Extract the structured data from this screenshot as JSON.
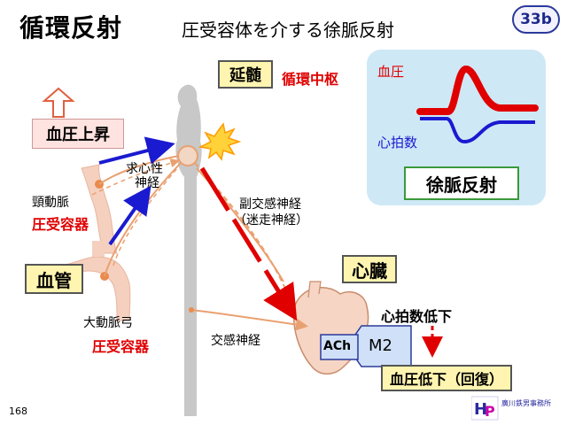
{
  "title": "循環反射",
  "subtitle": "圧受容体を介する徐脈反射",
  "slide_code": "33b",
  "labels": {
    "medulla": "延髄",
    "circulatory_center": "循環中枢",
    "bp_rise": "血圧上昇",
    "afferent_nerve_1": "求心性",
    "afferent_nerve_2": "神経",
    "carotid_sinus": "頸動脈",
    "carotid_receptor": "圧受容器",
    "parasympathetic_1": "副交感神経",
    "parasympathetic_2": "（迷走神経）",
    "vessel": "血管",
    "heart": "心臓",
    "aortic_arch": "大動脈弓",
    "aortic_receptor": "圧受容器",
    "sympathetic": "交感神経",
    "heart_rate_down": "心拍数低下",
    "ach": "ACh",
    "m2": "M2",
    "bp_down_recover": "血圧低下（回復）"
  },
  "inset": {
    "bp_label": "血圧",
    "hr_label": "心拍数",
    "reflex_label": "徐脈反射"
  },
  "page_number": "168",
  "publisher_logo": "廣川鉄男事務所",
  "colors": {
    "red": "#e00000",
    "blue": "#1a1ad0",
    "nerve_orange": "#e9a070",
    "body_gray": "#c8c8c8",
    "yellow_box": "#fff5b0",
    "inset_bg": "#cfe8f6",
    "green_border": "#3a9a3a"
  }
}
